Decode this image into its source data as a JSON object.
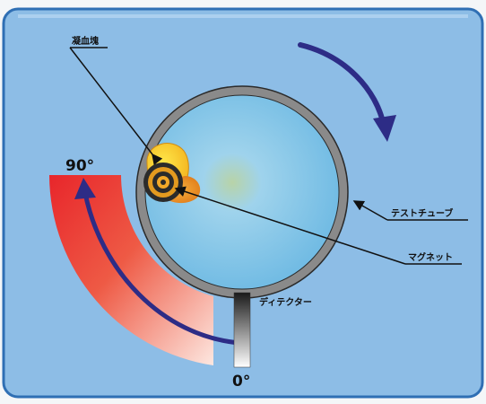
{
  "labels": {
    "clot": "凝血塊",
    "test_tube": "テストチューブ",
    "magnet": "マグネット",
    "detector": "ディテクター",
    "angle_90": "90°",
    "angle_0": "0°"
  },
  "colors": {
    "panel": "#8dbde6",
    "panel_border": "#2f6fb4",
    "arrow": "#2d2c86",
    "gradient_start": "#e8262b",
    "gradient_end": "#fde7e0",
    "tube_ring": "#8a8a8a",
    "tube_fill": "#a7d7f0",
    "clot": "#f5d21f",
    "magnet": "#e39a1f"
  }
}
